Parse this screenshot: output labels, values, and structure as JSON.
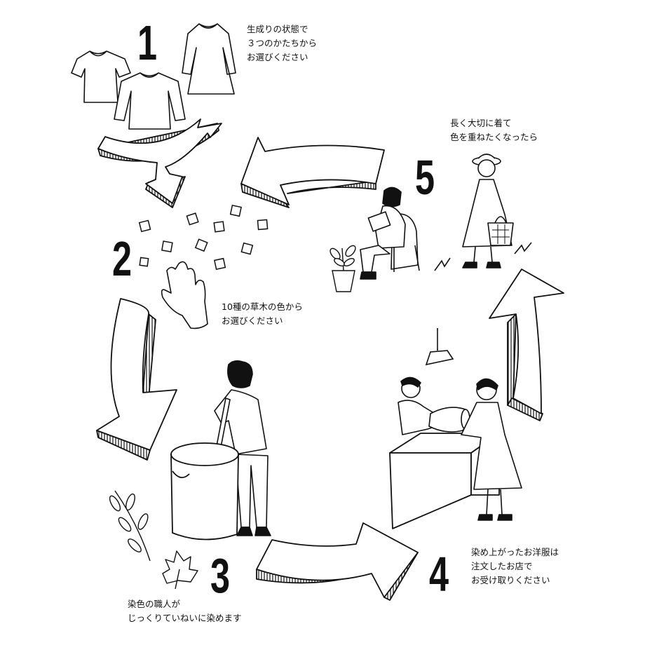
{
  "steps": [
    {
      "number": "1",
      "lines": [
        "生成りの状態で",
        "３つのかたちから",
        "お選びください"
      ]
    },
    {
      "number": "2",
      "lines": [
        "10種の草木の色から",
        "お選びください"
      ]
    },
    {
      "number": "3",
      "lines": [
        "染色の職人が",
        "じっくりていねいに染めます"
      ]
    },
    {
      "number": "4",
      "lines": [
        "染め上がったお洋服は",
        "注文したお店で",
        "お受け取りください"
      ]
    },
    {
      "number": "5",
      "lines": [
        "長く大切に着て",
        "色を重ねたくなったら"
      ]
    }
  ],
  "colors": {
    "ink": "#111111",
    "background": "#ffffff"
  }
}
